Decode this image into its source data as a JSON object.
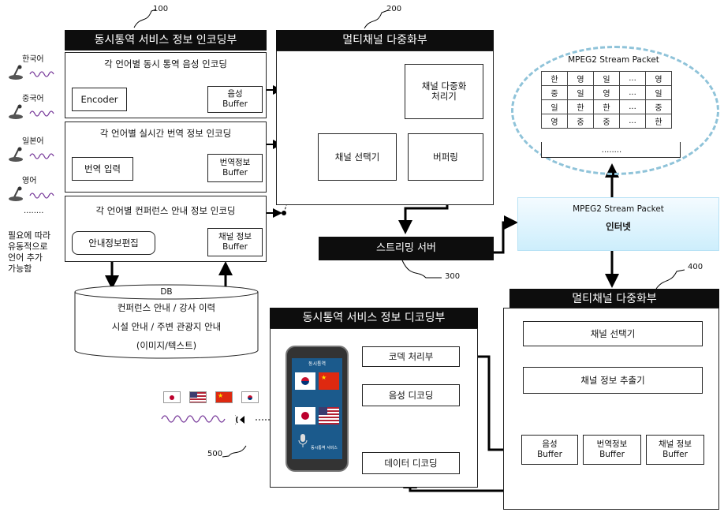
{
  "refs": {
    "r100": "100",
    "r200": "200",
    "r300": "300",
    "r400": "400",
    "r500": "500"
  },
  "languages": [
    "한국어",
    "중국어",
    "일본어",
    "영어"
  ],
  "lang_more": "........",
  "lang_note": [
    "필요에 따라",
    "유동적으로",
    "언어 추가",
    "가능함"
  ],
  "encoder_section": {
    "title": "동시통역 서비스 정보 인코딩부",
    "rows": [
      {
        "title": "각 언어별 동시 통역 음성 인코딩",
        "input": "Encoder",
        "buffer": [
          "음성",
          "Buffer"
        ]
      },
      {
        "title": "각 언어별 실시간 번역 정보 인코딩",
        "input": "번역 입력",
        "buffer": [
          "번역정보",
          "Buffer"
        ]
      },
      {
        "title": "각 언어별 컨퍼런스 안내 정보 인코딩",
        "input": "안내정보편집",
        "buffer": [
          "채널 정보",
          "Buffer"
        ]
      }
    ]
  },
  "db": {
    "label": "DB",
    "lines": [
      "컨퍼런스 안내 / 강사 이력",
      "시설 안내 / 주변 관광지 안내",
      "(이미지/텍스트)"
    ]
  },
  "mux": {
    "title": "멀티채널 다중화부",
    "process": [
      "채널 다중화",
      "처리기"
    ],
    "selector": "채널 선택기",
    "buffering": "버퍼링"
  },
  "streaming_server": "스트리밍 서버",
  "packet_cloud": {
    "title": "MPEG2 Stream Packet",
    "rows": [
      [
        "한",
        "영",
        "일",
        "...",
        "영"
      ],
      [
        "중",
        "일",
        "영",
        "...",
        "일"
      ],
      [
        "일",
        "한",
        "한",
        "...",
        "중"
      ],
      [
        "영",
        "중",
        "중",
        "...",
        "한"
      ]
    ],
    "more": "........"
  },
  "internet": {
    "title": "MPEG2 Stream Packet",
    "label": "인터넷"
  },
  "demux": {
    "title": "멀티채널 다중화부",
    "selector": "채널 선택기",
    "extractor": "채널 정보 추출기",
    "buffers": [
      [
        "음성",
        "Buffer"
      ],
      [
        "번역정보",
        "Buffer"
      ],
      [
        "채널 정보",
        "Buffer"
      ]
    ]
  },
  "decoder_section": {
    "title": "동시통역 서비스 정보 디코딩부",
    "codec": "코덱 처리부",
    "audio": "음성 디코딩",
    "data": "데이터 디코딩"
  },
  "phone": {
    "top": "동시통역",
    "bottom": "동시통역 서비스"
  },
  "colors": {
    "header_bg": "#0d0d0d",
    "cloud_border": "#8fc3d9",
    "internet_top": "#f4fbff",
    "internet_bottom": "#cdeefc"
  }
}
